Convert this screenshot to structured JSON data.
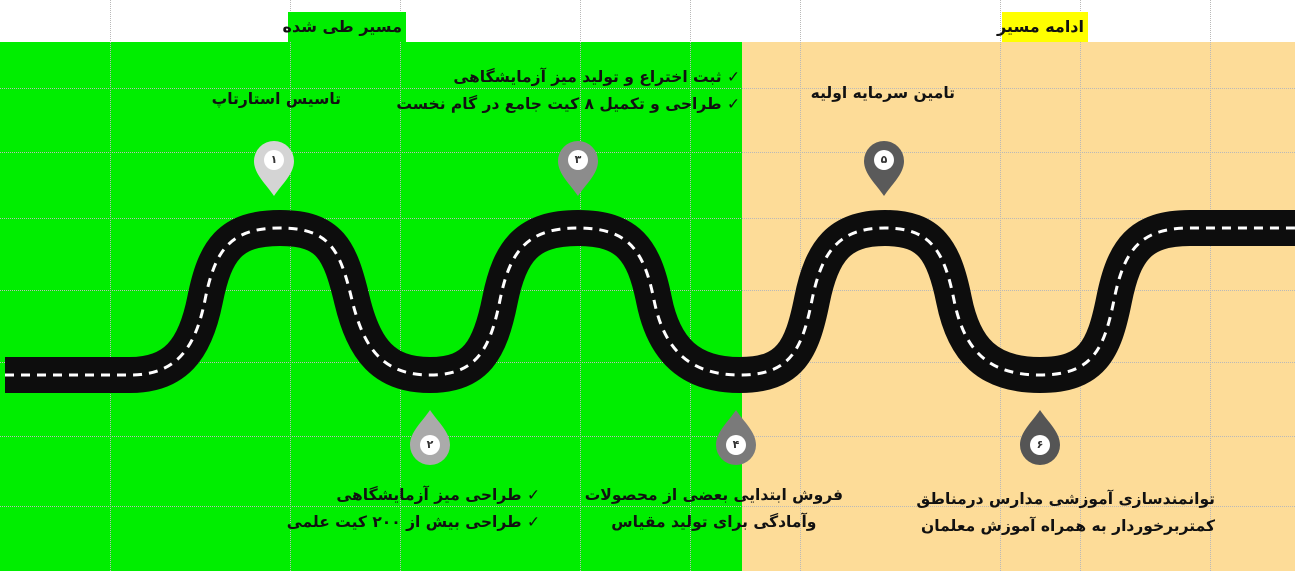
{
  "zones": {
    "done_label": "مسیر طی شده",
    "next_label": "ادامه مسیر",
    "done_color": "#00ee00",
    "next_color": "#fddc98",
    "next_label_highlight": "#ffff00"
  },
  "pins": [
    {
      "number": "۱",
      "color": "#d4d4d4"
    },
    {
      "number": "۲",
      "color": "#aaaaaa"
    },
    {
      "number": "۳",
      "color": "#8c8c8c"
    },
    {
      "number": "۴",
      "color": "#7a7a7a"
    },
    {
      "number": "۵",
      "color": "#5a5a5a"
    },
    {
      "number": "۶",
      "color": "#555555"
    }
  ],
  "milestones": [
    {
      "lines": [
        "تاسیس استارتاپ"
      ]
    },
    {
      "lines": [
        "✓ طراحی میز آزمایشگاهی",
        "✓ طراحی بیش از ۲۰۰ کیت علمی"
      ]
    },
    {
      "lines": [
        "✓ ثبت اختراع و تولید میز آزمایشگاهی",
        "✓ طراحی و تکمیل ۸ کیت جامع در گام نخست"
      ]
    },
    {
      "lines": [
        "فروش ابتدایی بعضی از محصولات",
        "وآمادگی برای تولید مقیاس"
      ]
    },
    {
      "lines": [
        "تامین سرمایه اولیه"
      ]
    },
    {
      "lines": [
        "توانمندسازی آموزشی مدارس درمناطق",
        "کمتربرخوردار به همراه آموزش معلمان"
      ]
    }
  ]
}
